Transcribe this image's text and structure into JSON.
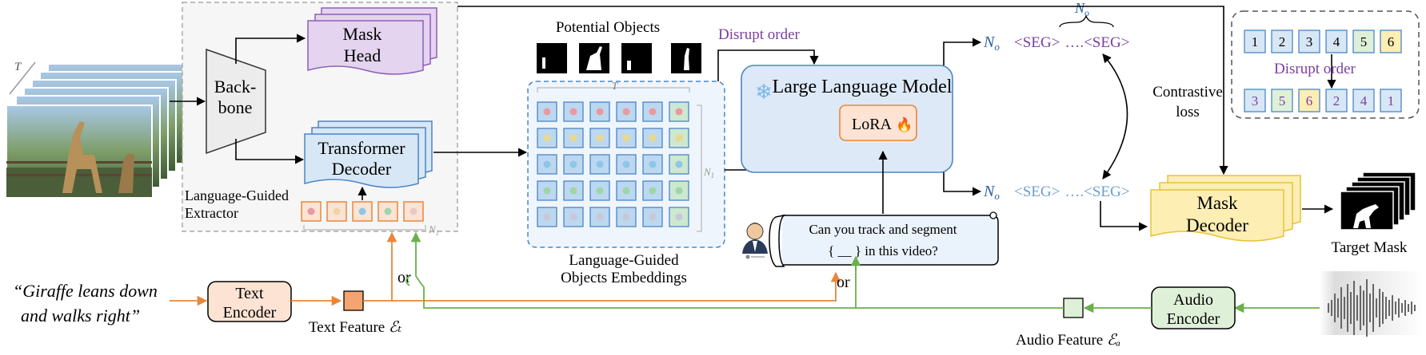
{
  "extractor": {
    "label_line1": "Language-Guided",
    "label_line2": "Extractor",
    "backbone_line1": "Back-",
    "backbone_line2": "bone",
    "mask_head_line1": "Mask",
    "mask_head_line2": "Head",
    "transformer_line1": "Transformer",
    "transformer_line2": "Decoder",
    "query_count": "N1"
  },
  "video_frames_label": "T",
  "potential_objects_title": "Potential Objects",
  "embeddings": {
    "top_label": "T",
    "side_label": "N1",
    "caption_line1": "Language-Guided",
    "caption_line2": "Objects Embeddings",
    "row_colors": [
      "#e89aa0",
      "#e8d890",
      "#8ec6e8",
      "#9ed6a8",
      "#c8c8d8"
    ],
    "col_tints": [
      "#bcd8f0",
      "#bcd8f0",
      "#bcd8f0",
      "#bcd8f0",
      "#bcd8f0",
      "#cde8d0"
    ]
  },
  "disrupt_label": "Disrupt order",
  "llm": {
    "title": "Large Language Model",
    "lora": "LoRA",
    "snowflake": "❄",
    "fire": "🔥"
  },
  "seg_tokens": {
    "top_count": "No",
    "top_left": "<SEG>",
    "top_dots": "….",
    "top_right": "<SEG>",
    "bottom_count": "No",
    "bottom_left": "<SEG>",
    "bottom_dots": "….",
    "bottom_right": "<SEG>",
    "brace_label": "No"
  },
  "contrastive": {
    "line1": "Contrastive",
    "line2": "loss"
  },
  "disrupt_box": {
    "top_row": [
      "1",
      "2",
      "3",
      "4",
      "5",
      "6"
    ],
    "bottom_row": [
      "3",
      "5",
      "6",
      "2",
      "4",
      "1"
    ],
    "label": "Disrupt order"
  },
  "mask_decoder": {
    "line1": "Mask",
    "line2": "Decoder"
  },
  "target_mask_label": "Target Mask",
  "prompt": {
    "line1": "Can you track and segment",
    "line2": "{ __ } in this video?"
  },
  "text_input": {
    "quote_line1": "“Giraffe leans down",
    "quote_line2": "and walks right”",
    "encoder_line1": "Text",
    "encoder_line2": "Encoder",
    "feature_label": "Text Feature",
    "feature_symbol": "ℰₜ"
  },
  "audio_input": {
    "encoder_line1": "Audio",
    "encoder_line2": "Encoder",
    "feature_label": "Audio Feature",
    "feature_symbol": "ℰₐ"
  },
  "or_label": "or",
  "colors": {
    "text_arrow": "#e8873a",
    "audio_arrow": "#6ab04c",
    "purple": "#7a3fa0",
    "seg_blue": "#6a9fd0",
    "llm_fill": "#dde9f7",
    "mask_head_fill": "#e4d4ef",
    "mask_decoder_fill": "#fdeeb3"
  }
}
